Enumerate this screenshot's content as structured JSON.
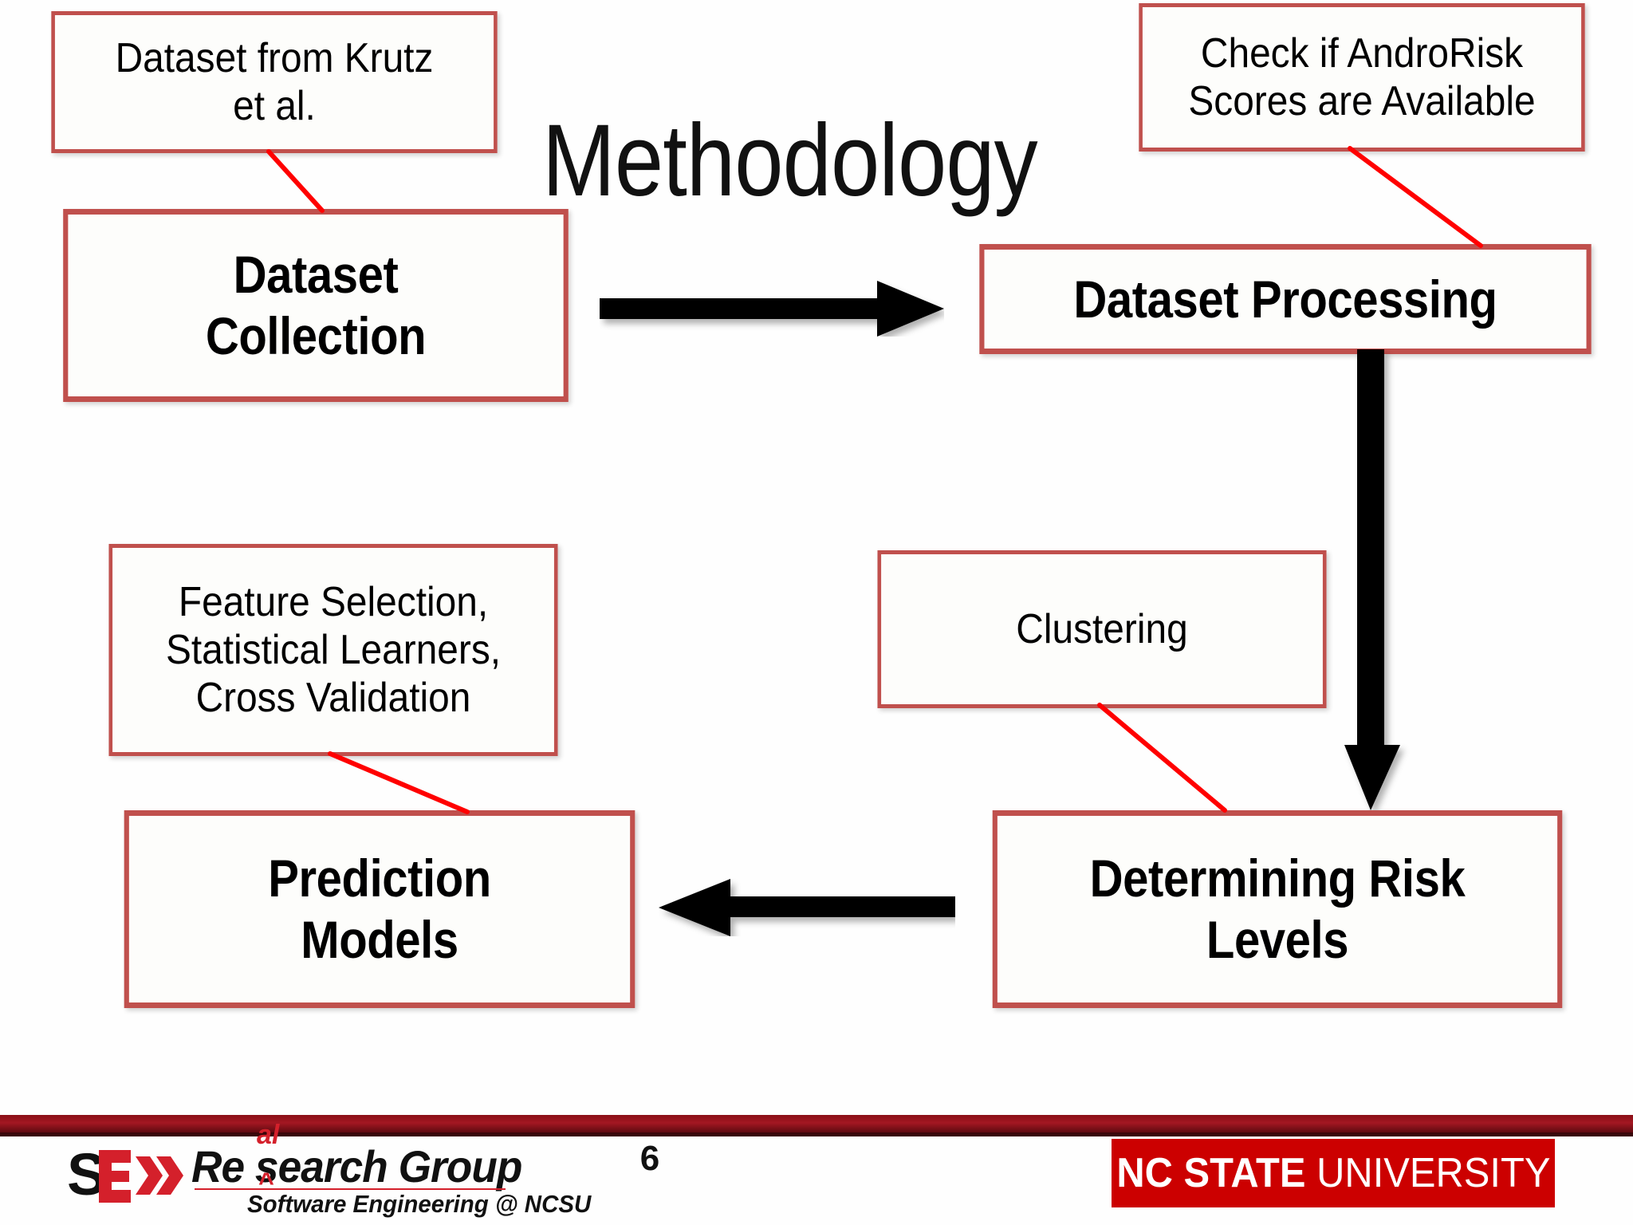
{
  "slide": {
    "title": "Methodology",
    "page_number": "6",
    "accent_border_color": "#c0504d",
    "leader_line_color": "#ff0000",
    "arrow_color": "#000000",
    "footer_bar_color": "#a31722",
    "ncsu_red": "#cc0000"
  },
  "process_boxes": [
    {
      "id": "collection",
      "label": "Dataset\nCollection"
    },
    {
      "id": "processing",
      "label": "Dataset Processing"
    },
    {
      "id": "risk",
      "label": "Determining Risk\nLevels"
    },
    {
      "id": "prediction",
      "label": "Prediction\nModels"
    }
  ],
  "annotation_boxes": [
    {
      "id": "krutz",
      "label": "Dataset from Krutz\net al."
    },
    {
      "id": "androrisk",
      "label": "Check if AndroRisk\nScores are Available"
    },
    {
      "id": "feature",
      "label": "Feature Selection,\nStatistical Learners,\nCross Validation"
    },
    {
      "id": "clustering",
      "label": "Clustering"
    }
  ],
  "arrows": [
    {
      "id": "collection-to-processing",
      "direction": "right"
    },
    {
      "id": "processing-to-risk",
      "direction": "down"
    },
    {
      "id": "risk-to-prediction",
      "direction": "left"
    }
  ],
  "leader_lines": [
    {
      "id": "krutz-leader"
    },
    {
      "id": "androrisk-leader"
    },
    {
      "id": "feature-leader"
    },
    {
      "id": "clustering-leader"
    }
  ],
  "footer": {
    "se_logo": {
      "mark": "SE",
      "word": "Re  search Group",
      "superscript": "al",
      "caret": "^",
      "subtitle": "Software Engineering @ NCSU"
    },
    "ncsu_logo": {
      "bold_part": "NC STATE",
      "light_part": "UNIVERSITY"
    }
  }
}
